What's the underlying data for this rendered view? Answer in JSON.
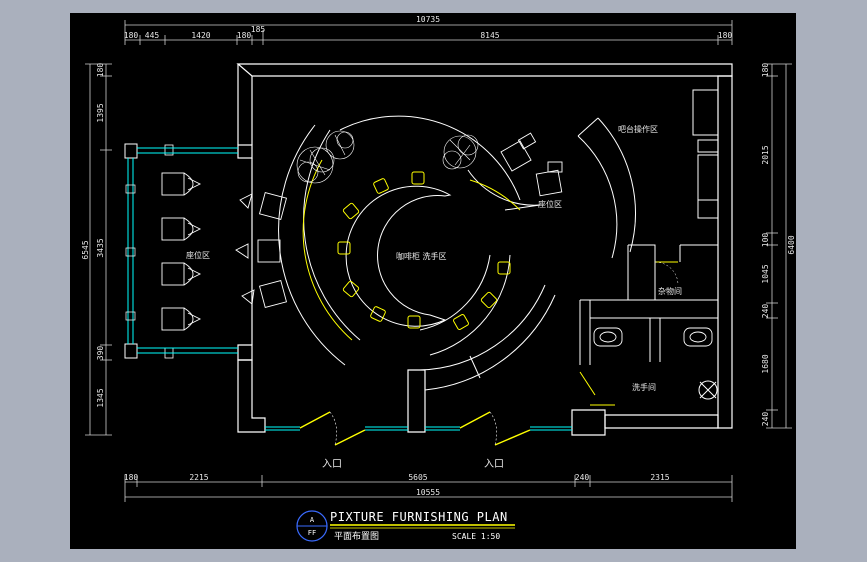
{
  "dimensions": {
    "top_total": "10735",
    "top_segments": [
      "180",
      "445",
      "1420",
      "180",
      "185",
      "8145",
      "180"
    ],
    "bottom_total": "10555",
    "bottom_segments": [
      "180",
      "2215",
      "5605",
      "240",
      "2315"
    ],
    "left_total": "6545",
    "left_segments": [
      "180",
      "1395",
      "3435",
      "390",
      "1345"
    ],
    "right_total": "6400",
    "right_segments": [
      "180",
      "2015",
      "100",
      "1045",
      "240",
      "1680",
      "240"
    ]
  },
  "rooms": {
    "seating_left": "座位区",
    "seating_top": "座位区",
    "coffee_bar": "咖啡柜 洗手区",
    "bar_work_area": "吧台操作区",
    "storage": "杂物间",
    "washroom": "洗手间",
    "entrance_left": "入口",
    "entrance_right": "入口"
  },
  "title_block": {
    "title": "PIXTURE FURNISHING PLAN",
    "subtitle": "平面布置图",
    "scale": "SCALE 1:50",
    "marker_top": "A",
    "marker_bottom": "FF"
  },
  "colors": {
    "background": "#000000",
    "wall": "#ffffff",
    "furniture": "#ffff00",
    "glass": "#00ffff",
    "dim_line": "#d0d0d0",
    "marker": "#3a6bff"
  }
}
